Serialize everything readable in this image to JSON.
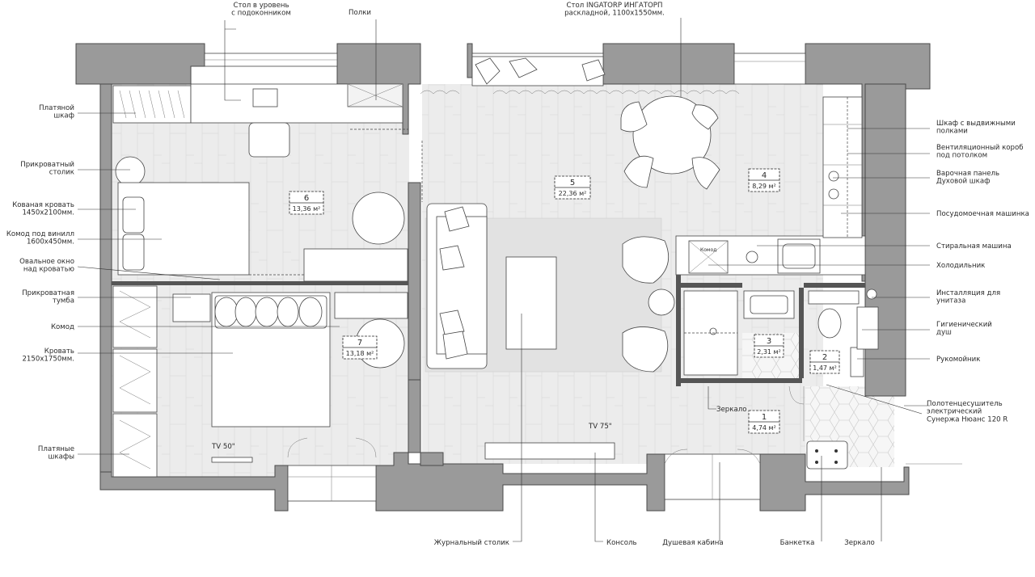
{
  "labels": {
    "wardrobe": "Платяной\nшкаф",
    "bedside_table": "Прикроватный\nстолик",
    "forged_bed": "Кованая кровать\n1450x2100мм.",
    "vinyl_chest": "Комод под винилл\n1600x450мм.",
    "oval_window": "Овальное окно\nнад кроватью",
    "nightstand": "Прикроватная\nтумба",
    "dresser": "Комод",
    "bed": "Кровать\n2150x1750мм.",
    "wardrobes": "Платяные\nшкафы",
    "sill_desk": "Стол в уровень\nс подоконником",
    "shelves": "Полки",
    "ingatorp": "Стол INGATORP ИНГАТОРП\nраскладной, 1100x1550мм.",
    "drawer_cabinet": "Шкаф с выдвижными\nполками",
    "vent_box": "Вентиляционный короб\nпод потолком",
    "hob_oven": "Варочная панель\nДуховой шкаф",
    "dishwasher": "Посудомоечная машинка",
    "washer": "Стиральная машина",
    "fridge": "Холодильник",
    "wc_install": "Инсталляция для\nунитаза",
    "hyg_shower": "Гигиенический\nдуш",
    "washbasin": "Рукомойник",
    "towel_dryer": "Полотенцесушитель\nэлектрический\nСунержа Нюанс 120 R",
    "mirror_in": "Зеркало",
    "tv50": "TV 50\"",
    "tv75": "TV 75\"",
    "coffee_table": "Журнальный столик",
    "console": "Консоль",
    "shower_cabin": "Душевая кабина",
    "bench": "Банкетка",
    "mirror": "Зеркало",
    "fridge_inner": "Комод"
  },
  "rooms": [
    {
      "num": "1",
      "area": "4,74 м²"
    },
    {
      "num": "2",
      "area": "1,47 м²"
    },
    {
      "num": "3",
      "area": "2,31 м²"
    },
    {
      "num": "4",
      "area": "8,29 м²"
    },
    {
      "num": "5",
      "area": "22,36 м²"
    },
    {
      "num": "6",
      "area": "13,36 м²"
    },
    {
      "num": "7",
      "area": "13,18 м²"
    }
  ]
}
